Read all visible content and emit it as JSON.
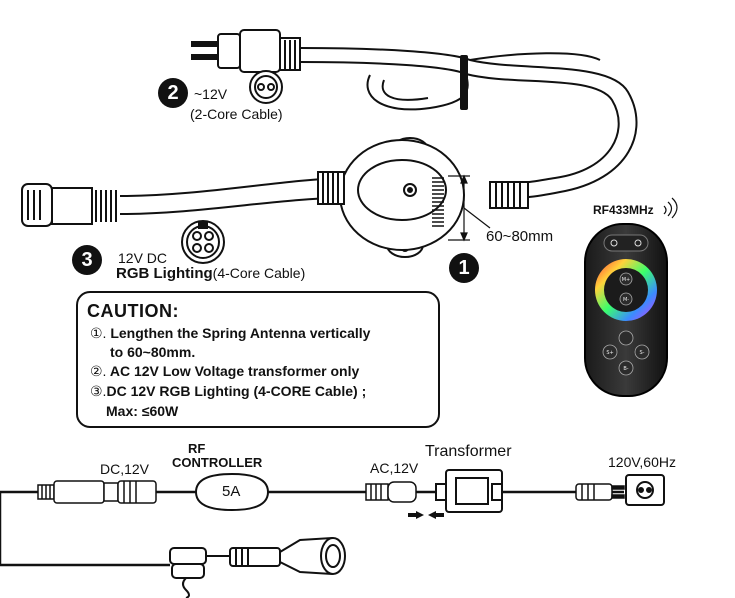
{
  "badges": {
    "antenna": "1",
    "power_cable": "2",
    "lighting_cable": "3"
  },
  "top": {
    "ac_label": "~12V",
    "ac_desc": "(2-Core Cable)",
    "dc_label": "12V  DC",
    "rgb_bold": "RGB Lighting",
    "rgb_desc": "(4-Core Cable)",
    "antenna_length": "60~80mm",
    "remote_label": "RF433MHz"
  },
  "caution": {
    "title": "CAUTION:",
    "items": [
      {
        "marker": "①.",
        "text": "Lengthen the Spring Antenna vertically"
      },
      {
        "marker": "",
        "text": "to 60~80mm."
      },
      {
        "marker": "②.",
        "text": "AC 12V Low Voltage transformer  only"
      },
      {
        "marker": "③.",
        "text": "DC 12V RGB Lighting (4-CORE Cable) ;"
      },
      {
        "marker": "",
        "text": "Max: ≤60W"
      }
    ]
  },
  "wiring": {
    "dc_label": "DC,12V",
    "rf_line1": "RF",
    "rf_line2": "CONTROLLER",
    "fuse_label": "5A",
    "ac_label": "AC,12V",
    "transformer_label": "Transformer",
    "mains_label": "120V,60Hz"
  },
  "remote_buttons": [
    "M+",
    "M-",
    "S+",
    "S-",
    "B-"
  ]
}
